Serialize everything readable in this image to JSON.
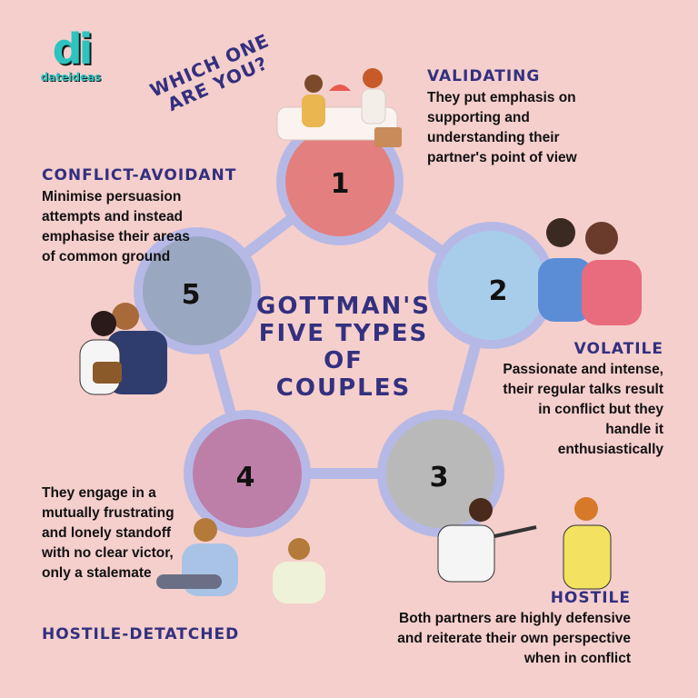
{
  "brand": {
    "logo_mark": "di",
    "name": "dateideas"
  },
  "tagline": {
    "line1": "WHICH ONE",
    "line2": "ARE YOU?"
  },
  "title": {
    "line1": "GOTTMAN'S",
    "line2": "FIVE TYPES",
    "line3": "OF",
    "line4": "COUPLES"
  },
  "types": [
    {
      "number": "1",
      "name": "VALIDATING",
      "description": "They put emphasis on supporting and understanding their partner's point of view",
      "color": "#e47f7f"
    },
    {
      "number": "2",
      "name": "VOLATILE",
      "description": "Passionate and intense, their regular talks result in conflict but they handle it enthusiastically",
      "color": "#a8cdea"
    },
    {
      "number": "3",
      "name": "HOSTILE",
      "description": "Both partners are highly defensive and reiterate their own perspective when in conflict",
      "color": "#b9b9b9"
    },
    {
      "number": "4",
      "name": "HOSTILE-DETATCHED",
      "description": "They engage in a mutually frustrating and lonely standoff with no clear victor, only a stalemate",
      "color": "#bd7fa8"
    },
    {
      "number": "5",
      "name": "CONFLICT-AVOIDANT",
      "description": "Minimise persuasion attempts and instead emphasise their areas of common ground",
      "color": "#9aa7c1"
    }
  ],
  "colors": {
    "background": "#f5cfcc",
    "accent": "#33307f",
    "ring": "#b6b9e6"
  }
}
